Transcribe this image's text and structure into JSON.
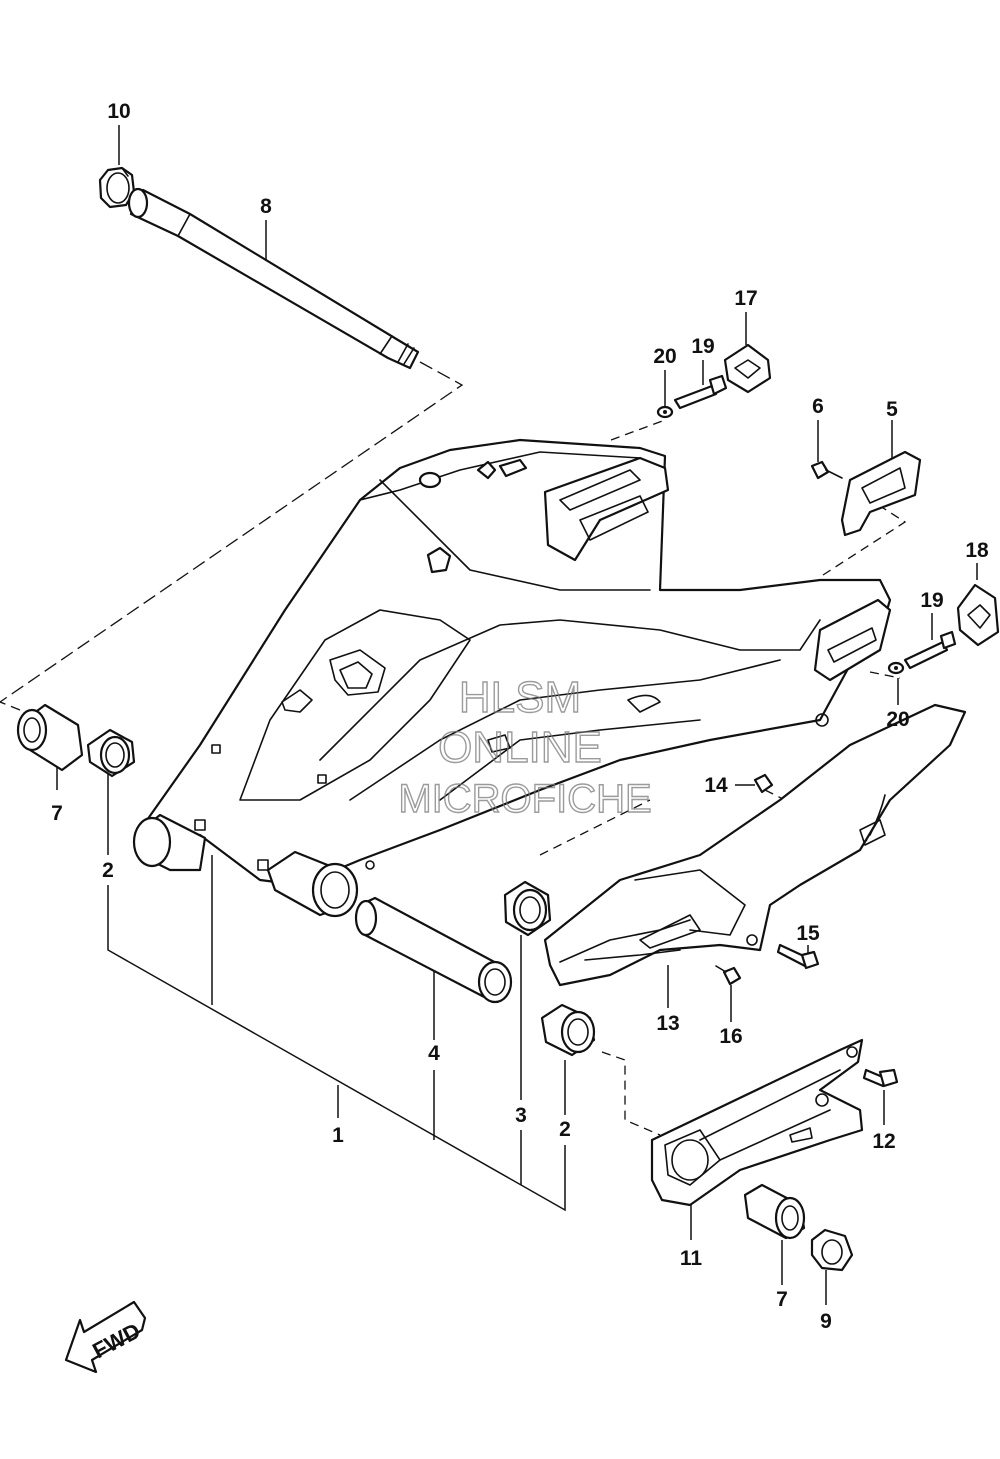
{
  "diagram": {
    "labels": {
      "l1": "1",
      "l2a": "2",
      "l2b": "2",
      "l3": "3",
      "l4": "4",
      "l5": "5",
      "l6": "6",
      "l7a": "7",
      "l7b": "7",
      "l8": "8",
      "l9": "9",
      "l10": "10",
      "l11": "11",
      "l12": "12",
      "l13": "13",
      "l14": "14",
      "l15": "15",
      "l16": "16",
      "l17": "17",
      "l18": "18",
      "l19a": "19",
      "l19b": "19",
      "l20a": "20",
      "l20b": "20"
    },
    "fwd": "FWD"
  },
  "watermark": {
    "line1": "HLSM",
    "line2": "ONLINE",
    "line3": "MICROFICHE"
  }
}
